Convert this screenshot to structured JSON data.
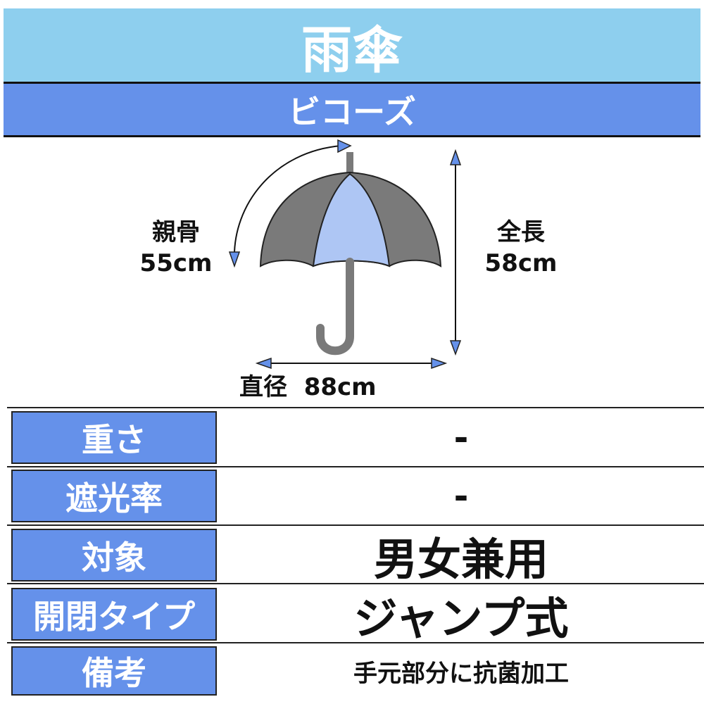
{
  "title": "雨傘",
  "subtitle": "ビコーズ",
  "dimensions": {
    "rib_label": "親骨",
    "rib_value": "55cm",
    "length_label": "全長",
    "length_value": "58cm",
    "diameter_label": "直径",
    "diameter_value": "88cm"
  },
  "colors": {
    "header": "#8ECFEE",
    "accent": "#6591EA",
    "canopy_dark": "#7A7A7A",
    "canopy_light": "#AEC6F4"
  },
  "specs": [
    {
      "label": "重さ",
      "value": "-"
    },
    {
      "label": "遮光率",
      "value": "-"
    },
    {
      "label": "対象",
      "value": "男女兼用"
    },
    {
      "label": "開閉タイプ",
      "value": "ジャンプ式"
    },
    {
      "label": "備考",
      "value": "手元部分に抗菌加工"
    }
  ]
}
